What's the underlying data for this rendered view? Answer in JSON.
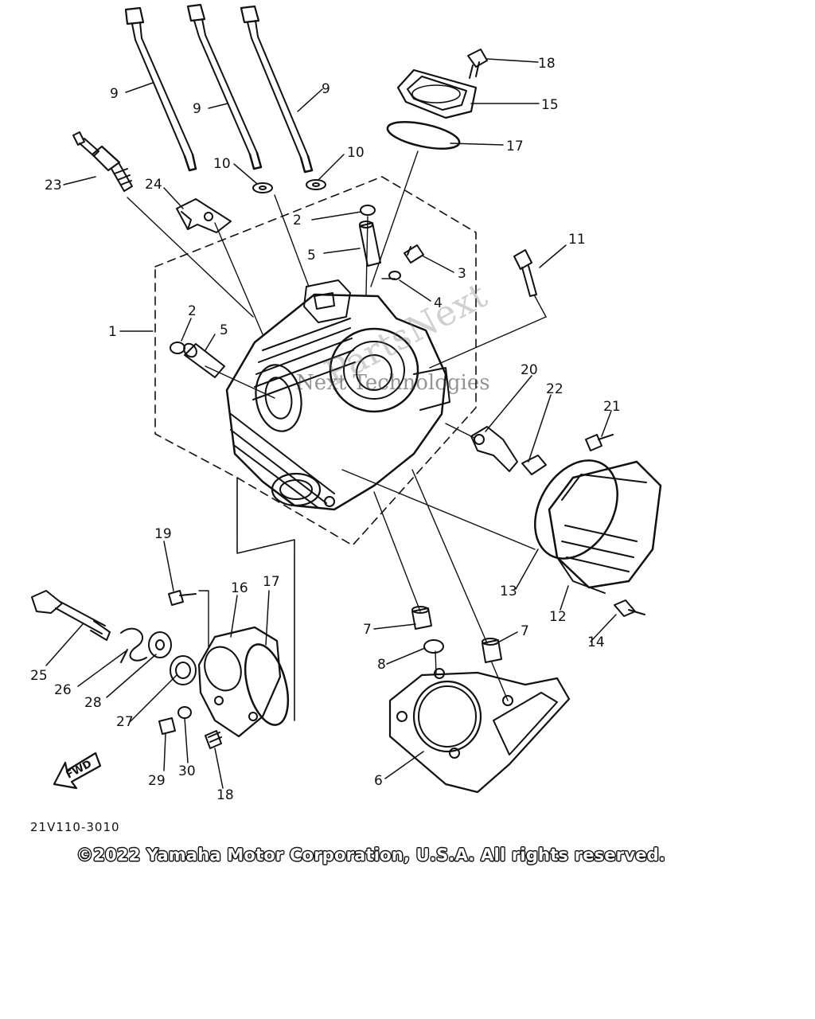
{
  "figure": {
    "drawing_number": "21V110-3010",
    "copyright": "©2022 Yamaha Motor Corporation, U.S.A. All rights reserved.",
    "fwd_arrow_label": "FWD",
    "watermark_1": "PartsNext",
    "watermark_2": "Next Technologies"
  },
  "callouts": [
    {
      "id": "c9a",
      "label": "9"
    },
    {
      "id": "c9b",
      "label": "9"
    },
    {
      "id": "c9c",
      "label": "9"
    },
    {
      "id": "c18a",
      "label": "18"
    },
    {
      "id": "c15",
      "label": "15"
    },
    {
      "id": "c17a",
      "label": "17"
    },
    {
      "id": "c10a",
      "label": "10"
    },
    {
      "id": "c10b",
      "label": "10"
    },
    {
      "id": "c23",
      "label": "23"
    },
    {
      "id": "c24",
      "label": "24"
    },
    {
      "id": "c2a",
      "label": "2"
    },
    {
      "id": "c5a",
      "label": "5"
    },
    {
      "id": "c3",
      "label": "3"
    },
    {
      "id": "c4",
      "label": "4"
    },
    {
      "id": "c11",
      "label": "11"
    },
    {
      "id": "c2b",
      "label": "2"
    },
    {
      "id": "c1",
      "label": "1"
    },
    {
      "id": "c5b",
      "label": "5"
    },
    {
      "id": "c20",
      "label": "20"
    },
    {
      "id": "c22",
      "label": "22"
    },
    {
      "id": "c21",
      "label": "21"
    },
    {
      "id": "c13",
      "label": "13"
    },
    {
      "id": "c12",
      "label": "12"
    },
    {
      "id": "c14",
      "label": "14"
    },
    {
      "id": "c19",
      "label": "19"
    },
    {
      "id": "c16",
      "label": "16"
    },
    {
      "id": "c17b",
      "label": "17"
    },
    {
      "id": "c7a",
      "label": "7"
    },
    {
      "id": "c7b",
      "label": "7"
    },
    {
      "id": "c8",
      "label": "8"
    },
    {
      "id": "c25",
      "label": "25"
    },
    {
      "id": "c26",
      "label": "26"
    },
    {
      "id": "c28",
      "label": "28"
    },
    {
      "id": "c27",
      "label": "27"
    },
    {
      "id": "c29",
      "label": "29"
    },
    {
      "id": "c30",
      "label": "30"
    },
    {
      "id": "c18b",
      "label": "18"
    },
    {
      "id": "c6",
      "label": "6"
    }
  ]
}
